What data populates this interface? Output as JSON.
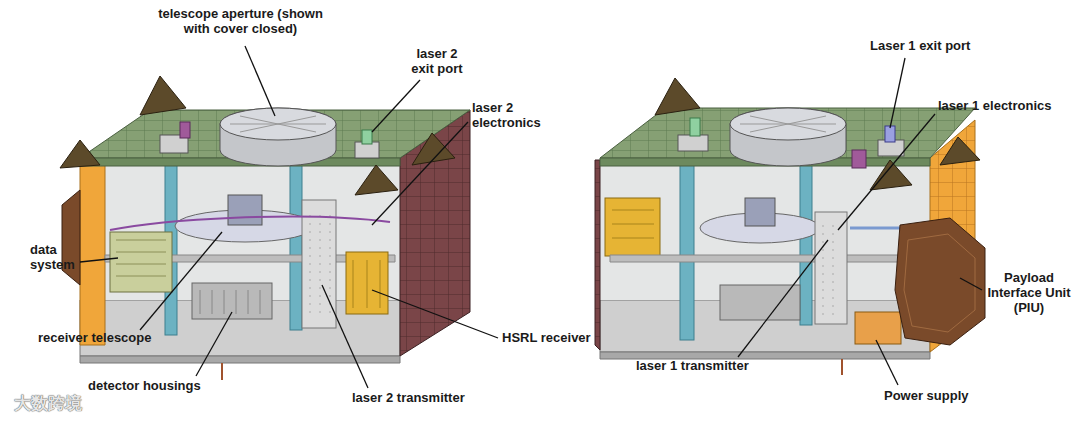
{
  "diagram": {
    "labels": [
      "telescope aperture (shown with cover closed)",
      "laser 2 exit port",
      "laser 2 electronics",
      "data system",
      "receiver telescope",
      "detector housings",
      "laser 2 transmitter",
      "HSRL receiver",
      "Laser 1 exit port",
      "laser 1 electronics",
      "Payload Interface Unit (PIU)",
      "laser 1 transmitter",
      "Power supply",
      "大数跨境"
    ]
  }
}
